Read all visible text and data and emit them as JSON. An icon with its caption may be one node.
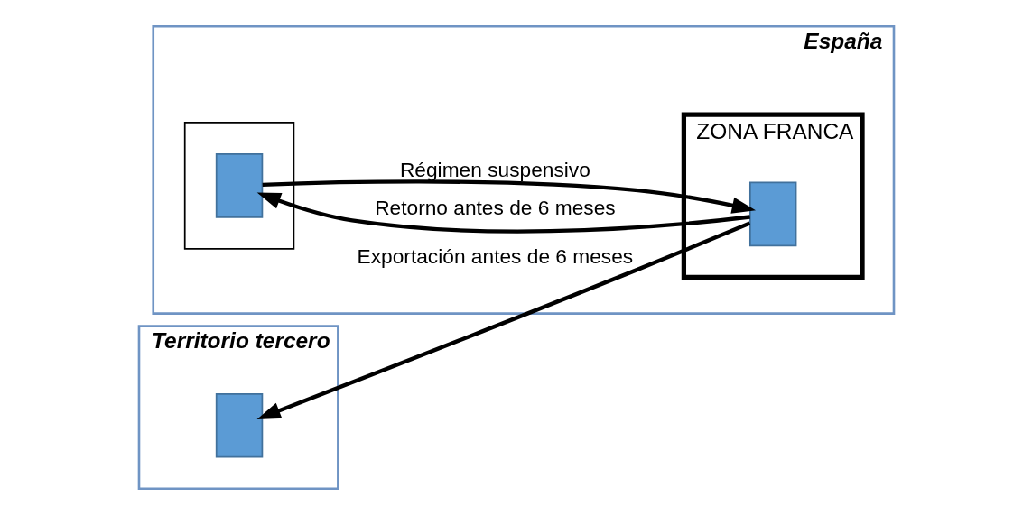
{
  "diagram": {
    "nodes": [
      {
        "text": [
          "Territorio tercero"
        ]
      },
      {
        "text": [],
        "shape": "box",
        "in": 0
      },
      {
        "text": [
          "España"
        ]
      },
      {
        "text": [
          "ZONA FRANCA"
        ],
        "in": 2
      },
      {
        "text": [],
        "shape": "box",
        "in": 3
      },
      {
        "text": [],
        "shape": "box",
        "in": 2
      },
      {
        "text": [],
        "shape": "box",
        "in": 5
      }
    ],
    "edges": [
      {
        "from": 4,
        "to": 1,
        "arrow": "to",
        "label": "Exportación antes de 6 meses"
      },
      {
        "from": 6,
        "to": 4,
        "arrow": "to",
        "label": "Régimen suspensivo"
      },
      {
        "from": 4,
        "to": 6,
        "arrow": "to",
        "label": "Retorno antes de 6 meses"
      }
    ]
  }
}
